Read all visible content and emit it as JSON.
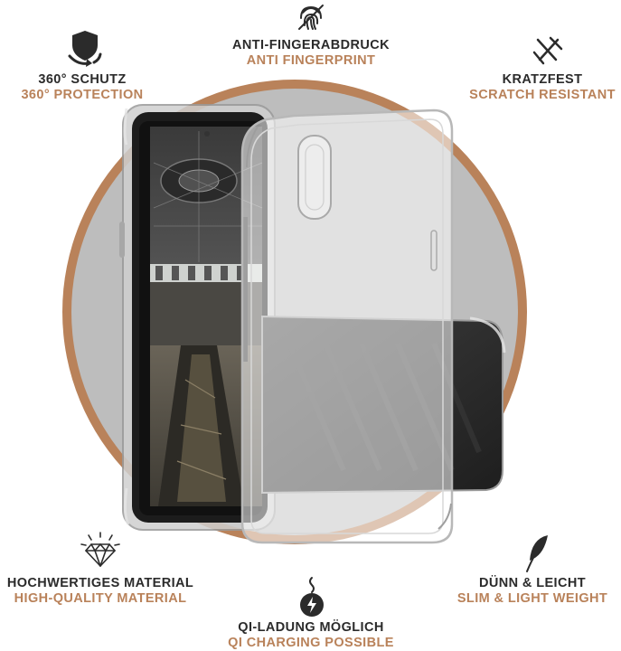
{
  "features": {
    "antifinger": {
      "de": "ANTI-FINGERABDRUCK",
      "en": "ANTI FINGERPRINT",
      "icon": "fingerprint-icon"
    },
    "protection": {
      "de": "360° SCHUTZ",
      "en": "360° PROTECTION",
      "icon": "shield-rotate-icon"
    },
    "scratch": {
      "de": "KRATZFEST",
      "en": "SCRATCH RESISTANT",
      "icon": "scratch-icon"
    },
    "quality": {
      "de": "HOCHWERTIGES MATERIAL",
      "en": "HIGH-QUALITY MATERIAL",
      "icon": "diamond-icon"
    },
    "slim": {
      "de": "DÜNN & LEICHT",
      "en": "SLIM & LIGHT WEIGHT",
      "icon": "feather-icon"
    },
    "qi": {
      "de": "QI-LADUNG MÖGLICH",
      "en": "QI CHARGING POSSIBLE",
      "icon": "charging-icon"
    }
  },
  "colors": {
    "accent": "#b9825a",
    "text": "#2b2b2b",
    "circle": "#bdbdbd"
  }
}
